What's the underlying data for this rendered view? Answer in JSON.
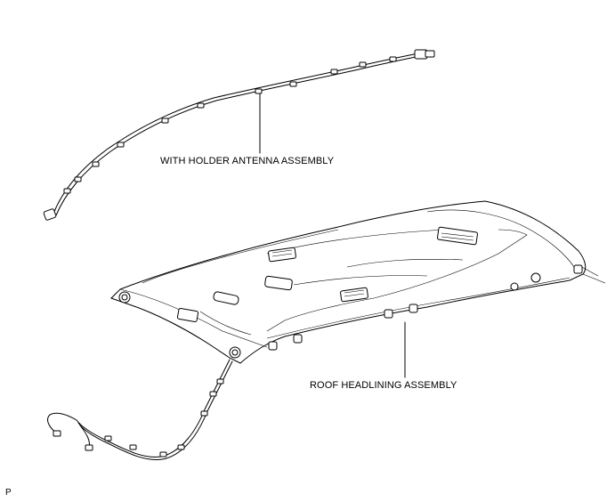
{
  "labels": {
    "antenna": "WITH HOLDER ANTENNA ASSEMBLY",
    "roof": "ROOF HEADLINING ASSEMBLY"
  },
  "page_code": "P"
}
